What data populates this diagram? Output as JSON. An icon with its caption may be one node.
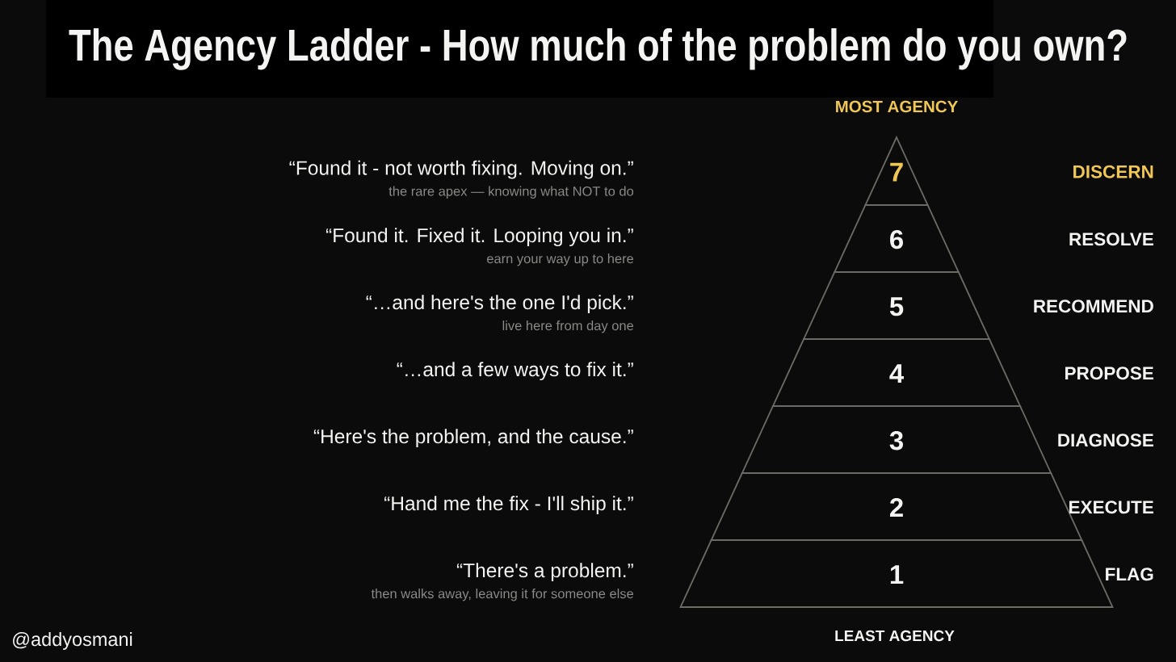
{
  "diagram": {
    "title": "The Agency Ladder - How much of the problem do you own?",
    "nodes": [
      {
        "text": [
          "7"
        ]
      },
      {
        "text": [
          "6"
        ]
      },
      {
        "text": [
          "5"
        ]
      },
      {
        "text": [
          "4"
        ]
      },
      {
        "text": [
          "3"
        ]
      },
      {
        "text": [
          "2"
        ]
      },
      {
        "text": [
          "1"
        ]
      }
    ],
    "labels": [
      "MOST AGENCY",
      "“Found it - not worth fixing. Moving on.”",
      "DISCERN",
      "the rare apex — knowing what NOT to do",
      "“Found it. Fixed it. Looping you in.”",
      "RESOLVE",
      "earn your way up to here",
      "“…and here's the one I'd pick.”",
      "RECOMMEND",
      "live here from day one",
      "“…and a few ways to fix it.”",
      "PROPOSE",
      "“Here's the problem, and the cause.”",
      "DIAGNOSE",
      "“Hand me the fix - I'll ship it.”",
      "EXECUTE",
      "“There's a problem.”",
      "FLAG",
      "then walks away, leaving it for someone else",
      "@addyosmani",
      "LEAST AGENCY"
    ]
  }
}
